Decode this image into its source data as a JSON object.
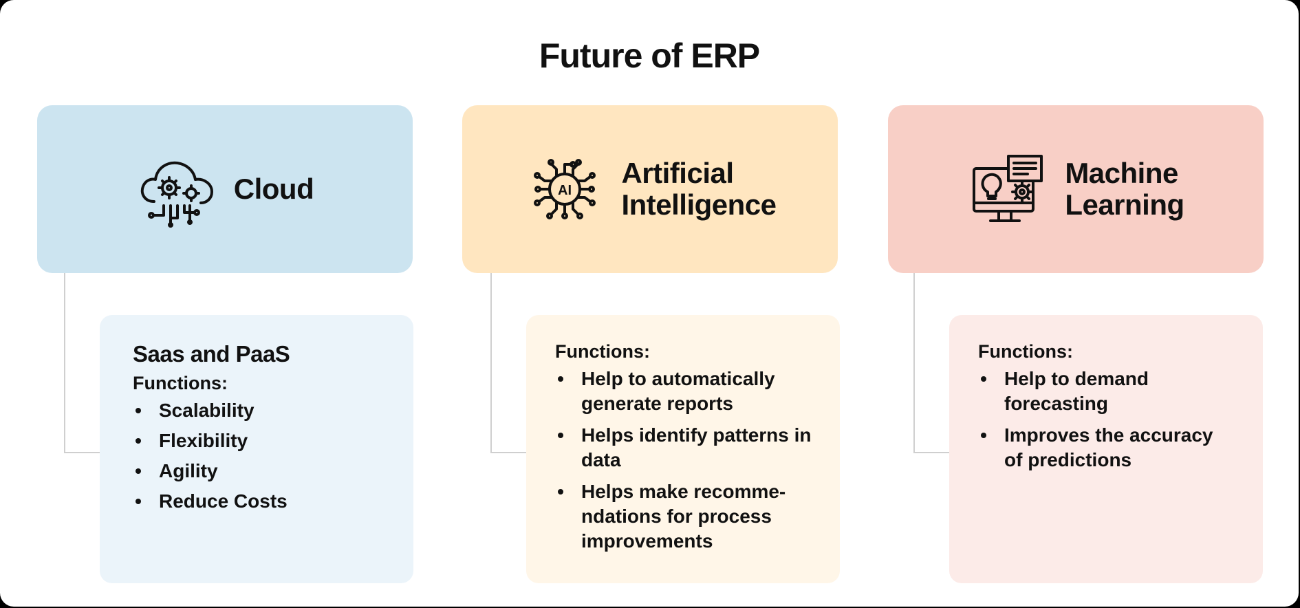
{
  "title": "Future of ERP",
  "colors": {
    "cloud_head": "#cce4f0",
    "cloud_detail": "#ebf4fa",
    "ai_head": "#ffe6c0",
    "ai_detail": "#fff6e8",
    "ml_head": "#f8cfc6",
    "ml_detail": "#fcebe8",
    "connector": "#cfcfcf"
  },
  "columns": [
    {
      "title": "Cloud",
      "icon": "cloud-gear-circuit-icon",
      "subtitle": "Saas and PaaS",
      "functions_label": "Functions:",
      "items": [
        "Scalability",
        "Flexibility",
        "Agility",
        "Reduce Costs"
      ]
    },
    {
      "title": "Artificial\nIntelligence",
      "icon": "ai-chip-icon",
      "functions_label": "Functions:",
      "items": [
        "Help to automatically generate reports",
        "Helps identify patterns in data",
        "Helps make recomme-ndations for process improvements"
      ]
    },
    {
      "title": "Machine\nLearning",
      "icon": "monitor-lightbulb-gear-icon",
      "functions_label": "Functions:",
      "items": [
        "Help to demand forecasting",
        "Improves the accuracy of predictions"
      ]
    }
  ]
}
